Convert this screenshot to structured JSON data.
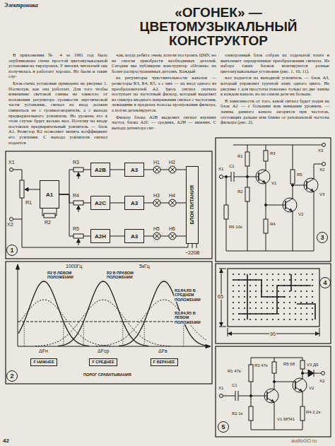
{
  "diagram": {
    "title": "«ОГОНЕК» — ЦВЕТОМУЗЫКАЛЬНЫЙ КОНСТРУКТОР",
    "nodes": [
      {
        "text": [
          "А1"
        ]
      },
      {
        "text": [
          "А2В"
        ]
      },
      {
        "text": [
          "А3"
        ]
      },
      {
        "text": [
          "А2С"
        ]
      },
      {
        "text": [
          "А3"
        ]
      },
      {
        "text": [
          "А2Н"
        ]
      },
      {
        "text": [
          "А3"
        ]
      },
      {
        "text": [
          "БЛОК ПИТАНИЯ"
        ]
      },
      {
        "text": [
          "1"
        ]
      },
      {
        "text": [
          "2"
        ]
      },
      {
        "text": [
          "3"
        ]
      },
      {
        "text": [
          "4"
        ]
      },
      {
        "text": [
          "5"
        ]
      },
      {
        "text": [
          "F НИЖНЕЕ"
        ]
      },
      {
        "text": [
          "F СРЕДНЕЕ"
        ]
      },
      {
        "text": [
          "F ВЕРХНЕЕ"
        ]
      }
    ],
    "edges": [
      {
        "from": 0,
        "to": 1,
        "arrow": "none"
      },
      {
        "from": 0,
        "to": 3,
        "arrow": "none"
      },
      {
        "from": 0,
        "to": 5,
        "arrow": "none"
      },
      {
        "from": 1,
        "to": 2,
        "arrow": "none"
      },
      {
        "from": 3,
        "to": 4,
        "arrow": "none"
      },
      {
        "from": 5,
        "to": 6,
        "arrow": "none"
      }
    ],
    "labels": [
      "Электроника",
      "В приложении № 4 за 1981 год была опубликована схема простой цветомузыкальной установки на тиратронах. У многих читателей она получилась и работает хорошо. Но были и такие слу-",
      "Блок-схема установки приведена на рисунке 1. Посмотри, как она работает. Для того чтобы изменение световой гаммы не зависело от положения регулятора громкости акустической части установки, сигнал на вход должен сниматься не с громкоговорителя, а с выхода предварительного усилителя. Но уровень его в этом случае будет весьма мал. Поэтому на входе поставлен предварительный усилитель — блок А1. Резистор R2 позволяет менять коэффициент его усиления. С выхода усилителя сигнал подается",
      "чаи, когда ребята очень хотели построить ЦМУ, но не смогли приобрести необходимых деталей. Сегодня мы публикуем конструктор «Огонек» на более распространенных деталях. Каждый",
      "на регуляторы чувствительности каналов — резисторы R3, R4, R5, а с них — на вход одного из преобразователей А2. Здесь сигнал сначала поступает на частотный фильтр, который выделяет из спектра входного напряжения сигнал с частотами, лежащими в пределах полосы пропускания фильтра, а потом детектируется.",
      "Фильтр блока А2В выделяет сигнал верхних частот, блока А2С — средних, А2Н — нижних. С выхода детектора сиг-",
      "электронный блок собран на отдельной плате и выполняет определенные преобразования сигнала. Из набора таких блоков монтируются разные цветомузыкальные установки (рис. 1, 10, 11).",
      "нал подается на выходной усилитель — блок А3, который управляет группой ламп одного цвета. На рисунке 1 для простоты показано только по две лампы в каждом канале, но на самом деле их больше.",
      "В зависимости от того, какой сигнал будет подан на блок А2 — с большим или меньшим уровнем, — лампы данного канала загорятся при частотах, отстоящих дальше или ближе от резонансной частоты фильтра (рис. 2).",
      "Х1",
      "Х2",
      "R1",
      "R2",
      "R3",
      "R4",
      "R5",
      "Н1",
      "Н2",
      "Н3",
      "Н4",
      "Н5",
      "Н6",
      "~220В",
      "1000Гц",
      "5кГц",
      "R2 В ЛЕВОМ ПОЛОЖЕНИИ",
      "R2 В ПРАВОМ ПОЛОЖЕНИИ",
      "R3,R4,R5 В СРЕДНЕМ ПОЛОЖЕНИИ",
      "R3,R4,R5 В ЛЕВОМ ПОЛОЖЕНИИ",
      "ΔFн",
      "ΔFср",
      "ΔFв",
      "ПОРОГ СРАБАТЫВАНИЯ",
      "Х1",
      "C1",
      "R1",
      "R2",
      "V1",
      "R3",
      "R4",
      "V2",
      "R5",
      "V3",
      "R6 10к",
      "Х2",
      "Х3",
      "90",
      "65",
      "R5 68",
      "Х1",
      "R3 47к",
      "C1",
      "R4 2,2к",
      "V3 Д9",
      "R1 47к",
      "R2 1к",
      "V1 МП41",
      "V2",
      "Х2",
      "42",
      "audioGO.ru"
    ]
  }
}
